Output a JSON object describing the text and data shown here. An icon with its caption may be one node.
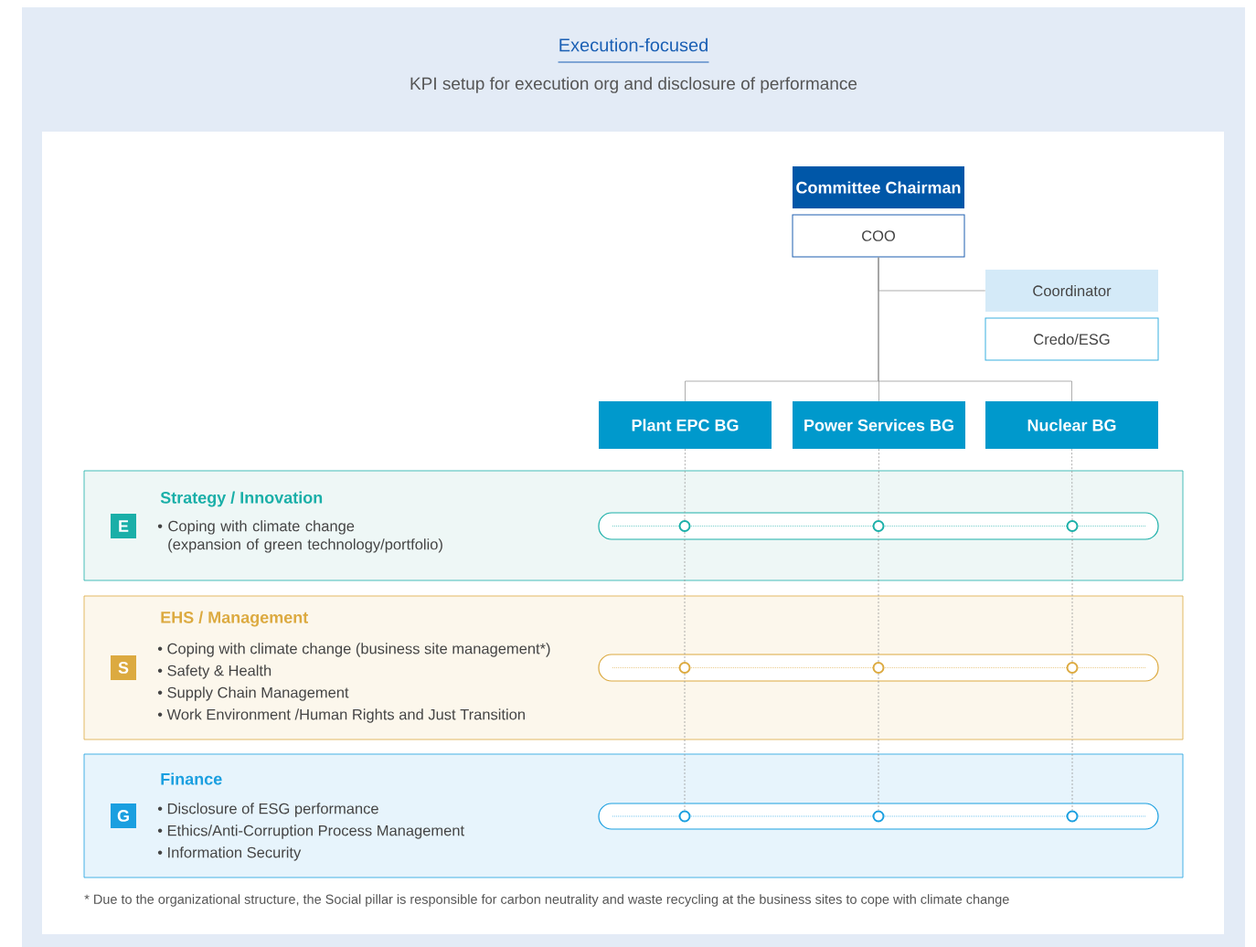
{
  "diagram": {
    "title": "Execution-focused",
    "nodes": [
      {
        "text": [
          "Committee Chairman"
        ]
      },
      {
        "text": [
          "COO"
        ]
      },
      {
        "text": [
          "Coordinator"
        ]
      },
      {
        "text": [
          "Credo/ESG"
        ]
      },
      {
        "text": [
          "Plant EPC BG"
        ]
      },
      {
        "text": [
          "Power Services BG"
        ]
      },
      {
        "text": [
          "Nuclear BG"
        ]
      },
      {
        "text": [
          "Strategy / Innovation",
          "• Coping with climate change (expansion of green technology/portfolio)"
        ]
      },
      {
        "text": [
          "E"
        ],
        "in": 7
      },
      {
        "text": [],
        "shape": "bar",
        "in": 7
      },
      {
        "text": [],
        "shape": "circle",
        "in": 9
      },
      {
        "text": [],
        "shape": "circle",
        "in": 9
      },
      {
        "text": [],
        "shape": "circle",
        "in": 9
      },
      {
        "text": [
          "EHS / Management",
          "• Coping with climate change (business site management*)",
          "• Safety & Health",
          "• Supply Chain Management",
          "• Work Environment /Human Rights and Just Transition"
        ]
      },
      {
        "text": [
          "S"
        ],
        "in": 13
      },
      {
        "text": [],
        "shape": "bar",
        "in": 13
      },
      {
        "text": [],
        "shape": "circle",
        "in": 15
      },
      {
        "text": [],
        "shape": "circle",
        "in": 15
      },
      {
        "text": [],
        "shape": "circle",
        "in": 15
      },
      {
        "text": [
          "Finance",
          "• Disclosure of ESG performance",
          "• Ethics/Anti-Corruption Process Management",
          "• Information Security"
        ]
      },
      {
        "text": [
          "G"
        ],
        "in": 19
      },
      {
        "text": [],
        "shape": "bar",
        "in": 19
      },
      {
        "text": [],
        "shape": "circle",
        "in": 21
      },
      {
        "text": [],
        "shape": "circle",
        "in": 21
      },
      {
        "text": [],
        "shape": "circle",
        "in": 21
      }
    ],
    "edges": [
      {
        "from": 1,
        "to": 2,
        "arrow": "none"
      },
      {
        "from": 1,
        "to": 4,
        "arrow": "none"
      },
      {
        "from": 1,
        "to": 5,
        "arrow": "none"
      },
      {
        "from": 1,
        "to": 6,
        "arrow": "none"
      },
      {
        "from": 4,
        "to": 10,
        "arrow": "none",
        "style": "dashed"
      },
      {
        "from": 5,
        "to": 11,
        "arrow": "none",
        "style": "dashed"
      },
      {
        "from": 6,
        "to": 12,
        "arrow": "none",
        "style": "dashed"
      },
      {
        "from": 10,
        "to": 16,
        "arrow": "none",
        "style": "dashed"
      },
      {
        "from": 11,
        "to": 17,
        "arrow": "none",
        "style": "dashed"
      },
      {
        "from": 12,
        "to": 18,
        "arrow": "none",
        "style": "dashed"
      },
      {
        "from": 16,
        "to": 22,
        "arrow": "none",
        "style": "dashed"
      },
      {
        "from": 17,
        "to": 23,
        "arrow": "none",
        "style": "dashed"
      },
      {
        "from": 18,
        "to": 24,
        "arrow": "none",
        "style": "dashed"
      }
    ],
    "labels": [
      "KPI setup for execution org and disclosure of performance",
      "* Due to the organizational structure, the Social pillar is responsible for carbon neutrality and waste recycling at the business sites to cope with climate change"
    ]
  }
}
